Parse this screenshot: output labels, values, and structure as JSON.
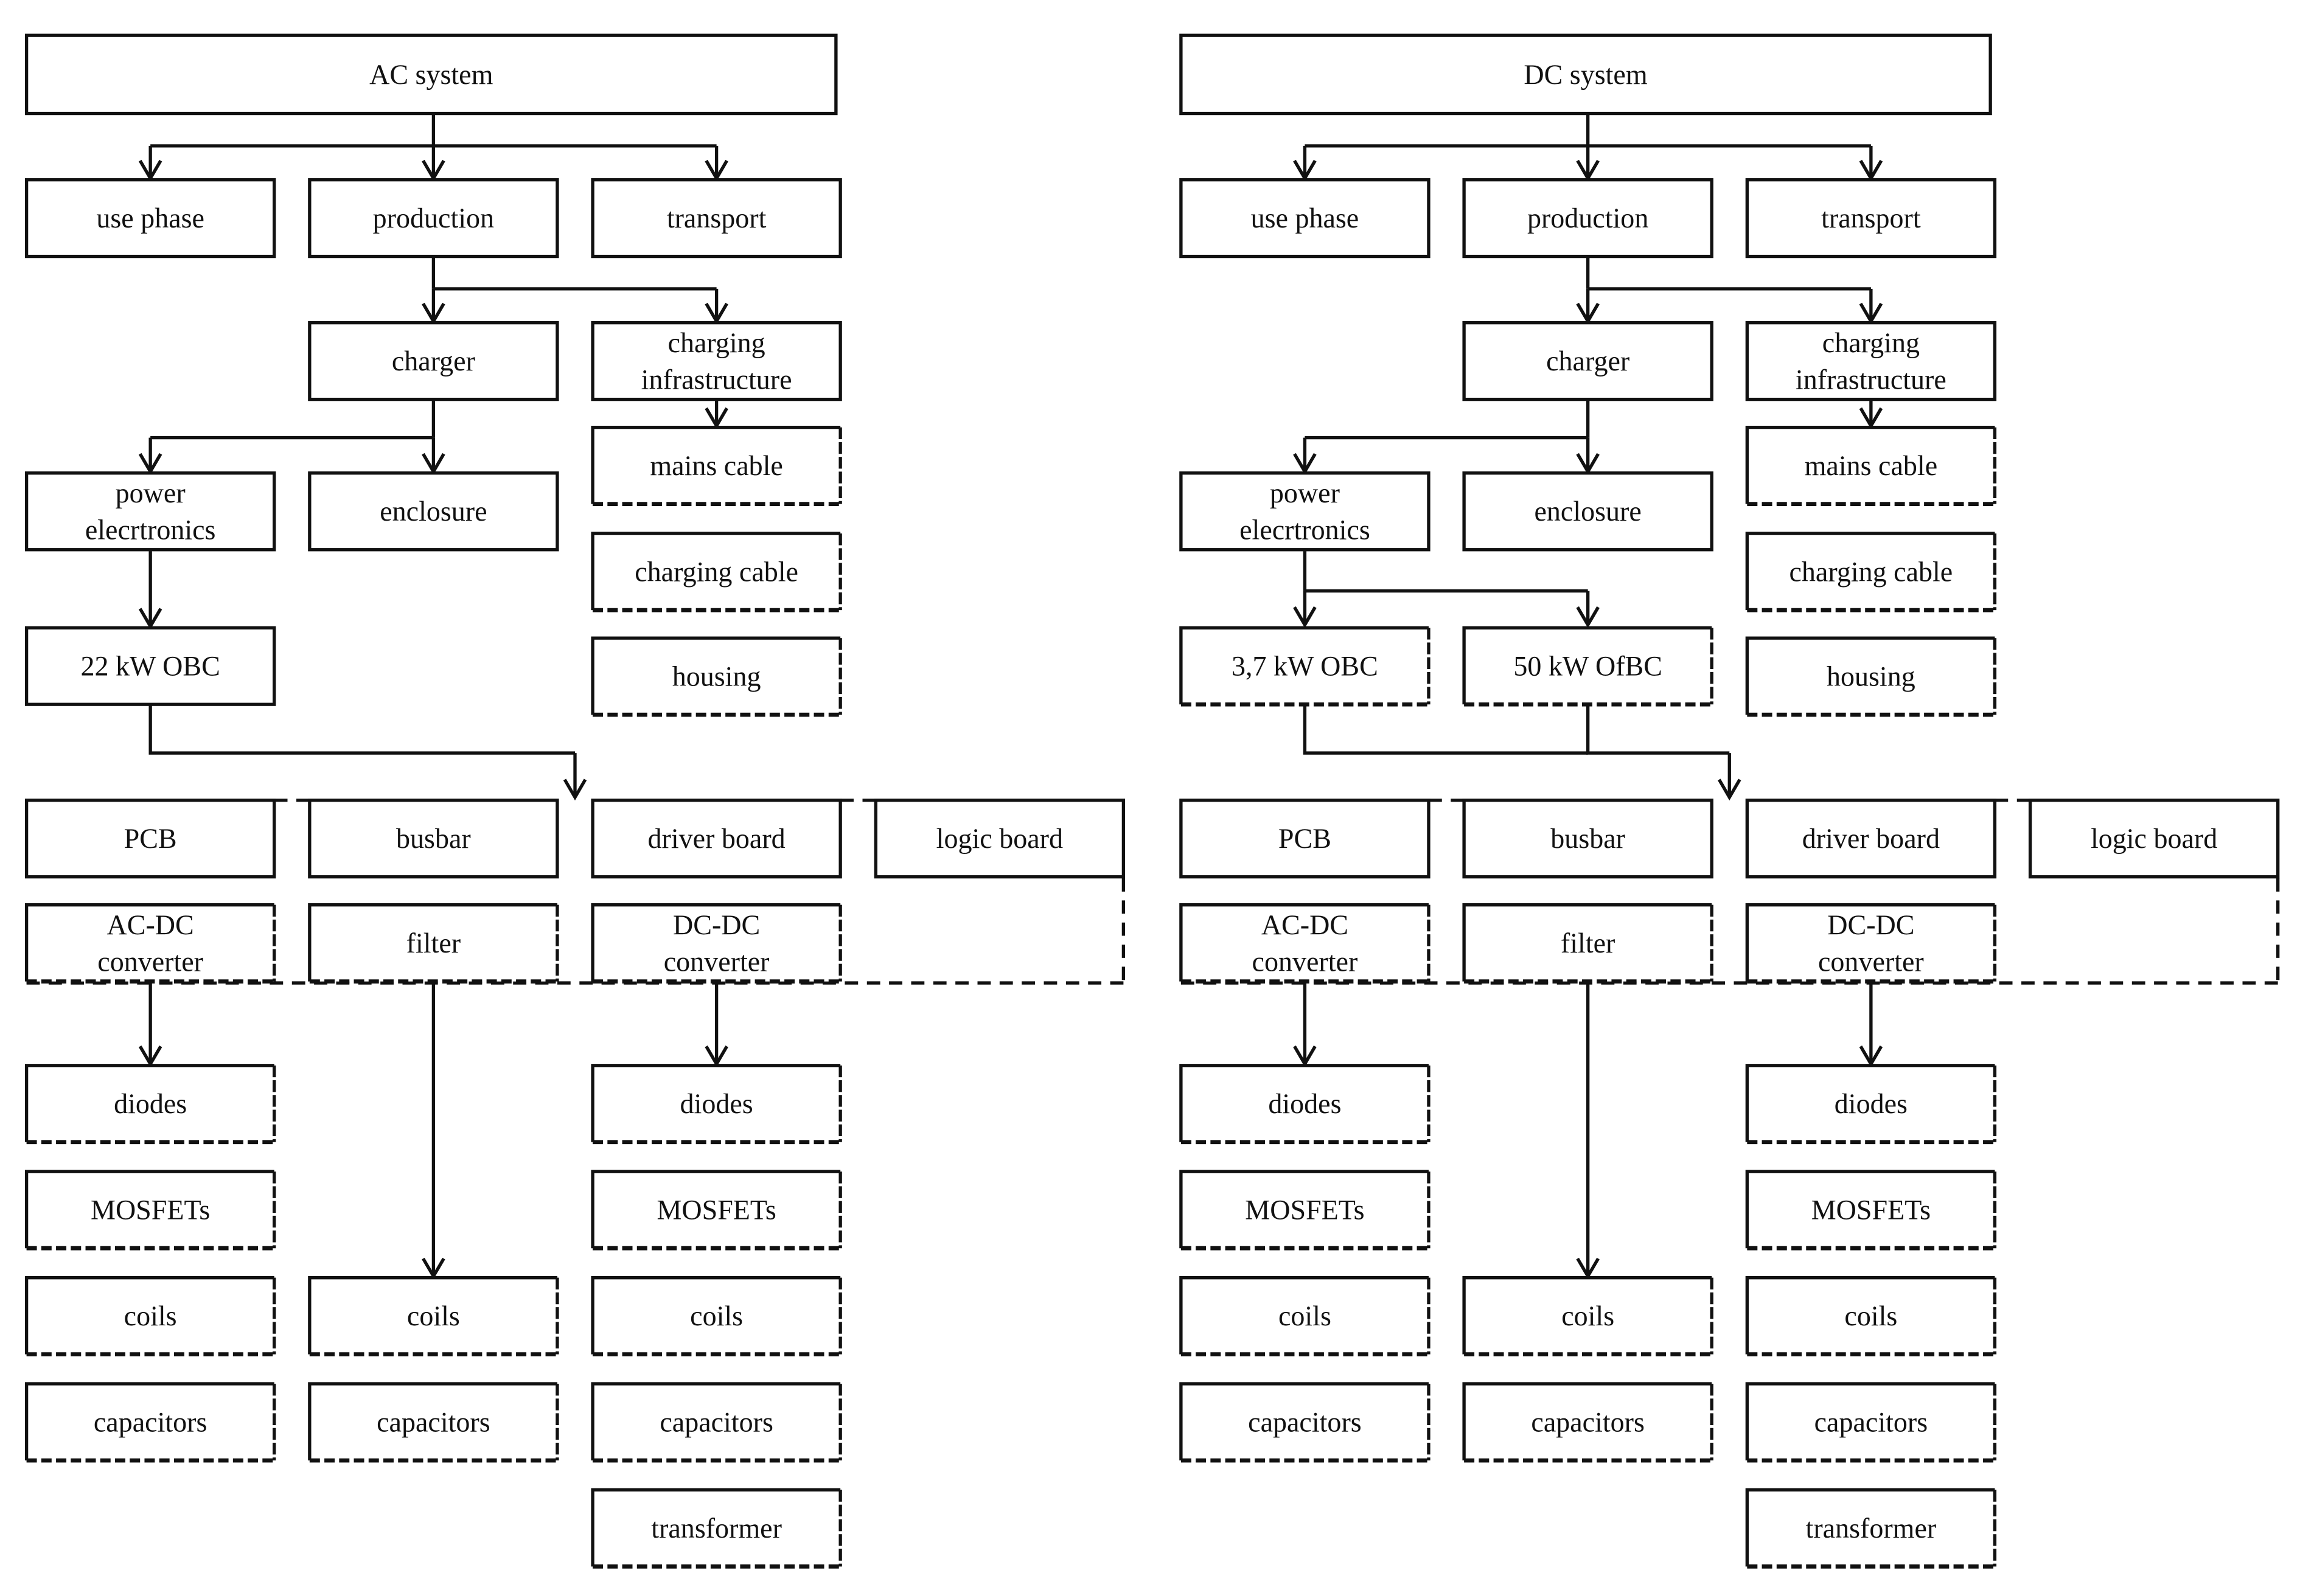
{
  "colors": {
    "line": "#111111",
    "box_fill": "#ffffff",
    "background": "#ffffff"
  },
  "ac": {
    "title": "AC system",
    "use_phase": "use phase",
    "production": "production",
    "transport": "transport",
    "charger": "charger",
    "charging_infrastructure": [
      "charging",
      "infrastructure"
    ],
    "power_electronics": [
      "power",
      "elecrtronics"
    ],
    "enclosure": "enclosure",
    "mains_cable": "mains cable",
    "charging_cable": "charging cable",
    "housing": "housing",
    "obc": "22 kW OBC",
    "pcb": "PCB",
    "busbar": "busbar",
    "driver_board": "driver board",
    "logic_board": "logic board",
    "ac_dc": [
      "AC-DC",
      "converter"
    ],
    "filter": "filter",
    "dc_dc": [
      "DC-DC",
      "converter"
    ],
    "acdc_parts": [
      "diodes",
      "MOSFETs",
      "coils",
      "capacitors"
    ],
    "filter_parts": [
      "coils",
      "capacitors"
    ],
    "dcdc_parts": [
      "diodes",
      "MOSFETs",
      "coils",
      "capacitors",
      "transformer"
    ]
  },
  "dc": {
    "title": "DC system",
    "use_phase": "use phase",
    "production": "production",
    "transport": "transport",
    "charger": "charger",
    "charging_infrastructure": [
      "charging",
      "infrastructure"
    ],
    "power_electronics": [
      "power",
      "elecrtronics"
    ],
    "enclosure": "enclosure",
    "mains_cable": "mains cable",
    "charging_cable": "charging cable",
    "housing": "housing",
    "obc": "3,7 kW OBC",
    "ofbc": "50 kW OfBC",
    "pcb": "PCB",
    "busbar": "busbar",
    "driver_board": "driver board",
    "logic_board": "logic board",
    "ac_dc": [
      "AC-DC",
      "converter"
    ],
    "filter": "filter",
    "dc_dc": [
      "DC-DC",
      "converter"
    ],
    "acdc_parts": [
      "diodes",
      "MOSFETs",
      "coils",
      "capacitors"
    ],
    "filter_parts": [
      "coils",
      "capacitors"
    ],
    "dcdc_parts": [
      "diodes",
      "MOSFETs",
      "coils",
      "capacitors",
      "transformer"
    ]
  }
}
